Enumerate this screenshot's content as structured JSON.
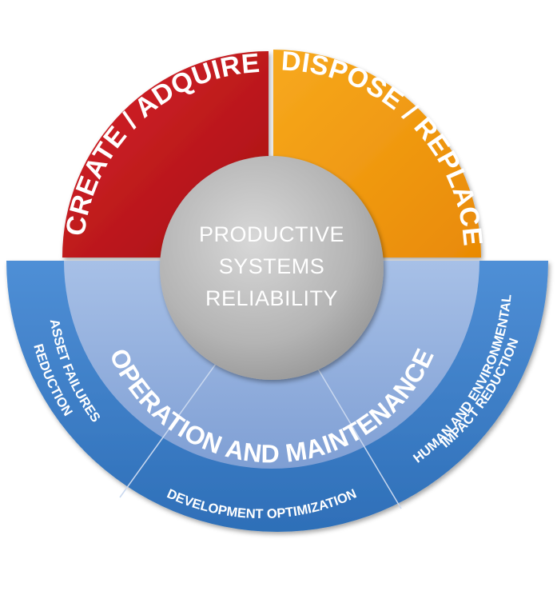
{
  "center": {
    "lines": [
      "PRODUCTIVE",
      "SYSTEMS",
      "RELIABILITY"
    ]
  },
  "quadrants": {
    "create": "CREATE / ADQUIRE",
    "dispose": "DISPOSE / REPLACE",
    "operation": "OPERATION AND MAINTENANCE"
  },
  "outer_ring": {
    "left": [
      "ASSET FAILURES",
      "REDUCTION"
    ],
    "bottom": "DEVELOPMENT OPTIMIZATION",
    "right": [
      "HUMAN AND ENVIRONMENTAL",
      "IMPACT REDUCTION"
    ]
  },
  "colors": {
    "create_red": "#c0181b",
    "dispose_orange": "#f39a10",
    "operation_light_blue": "#93b1df",
    "outer_blue": "#3f7fc6",
    "center_gray": "#b8b8b8"
  }
}
